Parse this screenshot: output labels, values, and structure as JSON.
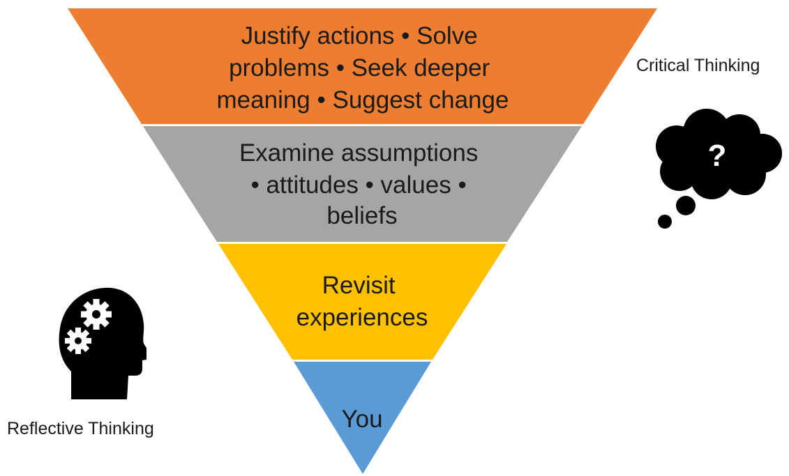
{
  "pyramid": {
    "tiers": [
      {
        "lines": [
          "Justify actions • Solve",
          "problems • Seek deeper",
          "meaning • Suggest change"
        ],
        "color": "#ED7D31"
      },
      {
        "lines": [
          "Examine assumptions",
          "• attitudes • values •",
          "beliefs"
        ],
        "color": "#A5A5A5"
      },
      {
        "lines": [
          "Revisit",
          "experiences"
        ],
        "color": "#FFC000"
      },
      {
        "lines": [
          "You"
        ],
        "color": "#5B9BD5"
      }
    ]
  },
  "labels": {
    "critical_thinking": "Critical Thinking",
    "reflective_thinking": "Reflective Thinking"
  },
  "icons": {
    "thought_cloud": "thought-cloud-question-icon",
    "thought_cloud_symbol": "?",
    "head": "head-gears-icon"
  }
}
